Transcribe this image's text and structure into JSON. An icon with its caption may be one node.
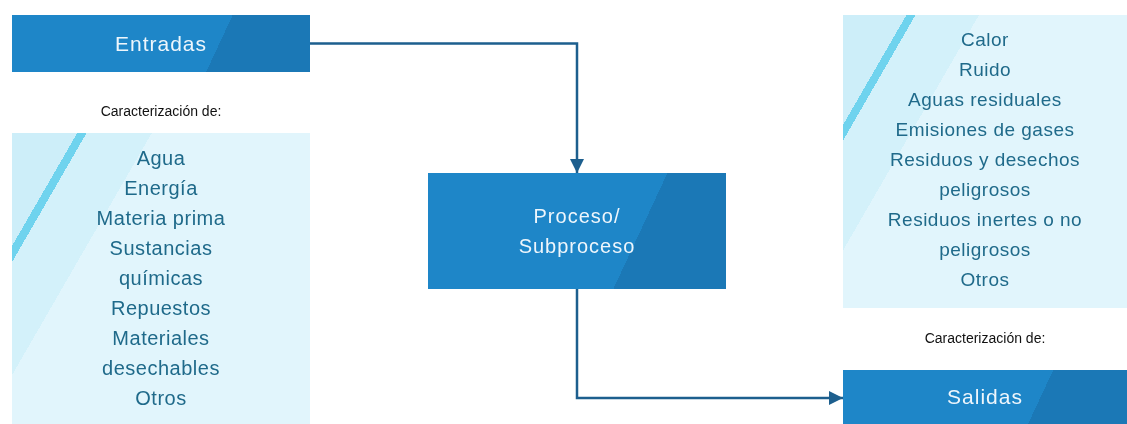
{
  "diagram": {
    "nodes": [
      {
        "text": [
          "Entradas"
        ]
      },
      {
        "text": [
          "Agua",
          "Energía",
          "Materia prima",
          "Sustancias químicas",
          "Repuestos",
          "Materiales desechables",
          "Otros"
        ],
        "beside": [
          "Caracterización de:"
        ]
      },
      {
        "text": [
          "Proceso/ Subproceso"
        ]
      },
      {
        "text": [
          "Calor",
          "Ruido",
          "Aguas residuales",
          "Emisiones de gases",
          "Residuos y desechos peligrosos",
          "Residuos inertes o no peligrosos",
          "Otros"
        ],
        "beside": [
          "Caracterización de:"
        ]
      },
      {
        "text": [
          "Salidas"
        ]
      }
    ],
    "edges": [
      {
        "from": 0,
        "to": 2,
        "arrow": "to"
      },
      {
        "from": 2,
        "to": 4,
        "arrow": "to"
      }
    ]
  }
}
